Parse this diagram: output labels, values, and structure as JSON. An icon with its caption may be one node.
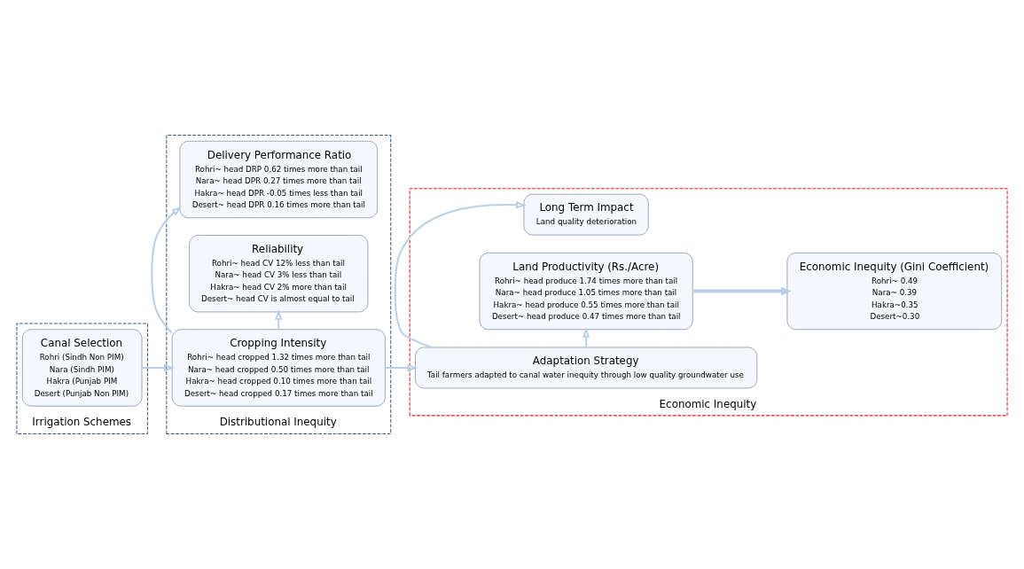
{
  "diagram": {
    "nodes": [
      {
        "text": [
          "Irrigation Schemes"
        ]
      },
      {
        "text": [
          "Canal Selection",
          "Rohri (Sindh Non PIM)",
          "Nara (Sindh PIM)",
          "Hakra (Punjab PIM",
          "Desert (Punjab Non PIM)"
        ],
        "in": 0
      },
      {
        "text": [
          "Distributional Inequity"
        ]
      },
      {
        "text": [
          "Delivery Performance Ratio",
          "Rohri~ head DRP 0.62 times more than tail",
          "Nara~ head DPR 0.27 times more than tail",
          "Hakra~ head DPR -0.05 times less than tail",
          "Desert~ head DPR 0.16 times more than tail"
        ],
        "in": 2
      },
      {
        "text": [
          "Cropping Intensity",
          "Rohri~ head cropped 1.32 times more than tail",
          "Nara~ head cropped 0.50 times more than tail",
          "Hakra~ head cropped 0.10 times more than tail",
          "Desert~ head cropped 0.17 times more than tail"
        ],
        "in": 2
      },
      {
        "text": [
          "Reliability",
          "Rohri~ head CV 12% less than tail",
          "Nara~ head CV 3% less than tail",
          "Hakra~ head CV 2% more than tail",
          "Desert~ head CV is almost equal to tail"
        ],
        "in": 2
      },
      {
        "text": [
          "Economic Inequity"
        ]
      },
      {
        "text": [
          "Long Term Impact",
          "Land quality deterioration"
        ],
        "in": 6
      },
      {
        "text": [
          "Adaptation Strategy",
          "Tail farmers adapted to canal water inequity through low quality groundwater use"
        ],
        "in": 6
      },
      {
        "text": [
          "Economic Inequity (Gini Coefficient)",
          "Rohri~ 0.49",
          "Nara~ 0.39",
          "Hakra~0.35",
          "Desert~0.30"
        ],
        "in": 6
      },
      {
        "text": [
          "Land Productivity (Rs./Acre)",
          "Rohri~ head produce 1.74 times more than tail",
          "Nara~ head produce 1.05 times more than tail",
          "Hakra~ head produce 0.55 times more than tail",
          "Desert~ head produce 0.47 times more than tail"
        ],
        "in": 6
      }
    ],
    "edges": [
      {
        "from": 1,
        "to": 4,
        "arrow": "to"
      },
      {
        "from": 4,
        "to": 3,
        "arrow": "to"
      },
      {
        "from": 4,
        "to": 5,
        "arrow": "to"
      },
      {
        "from": 4,
        "to": 8,
        "arrow": "to"
      },
      {
        "from": 8,
        "to": 7,
        "arrow": "to"
      },
      {
        "from": 8,
        "to": 10,
        "arrow": "to"
      },
      {
        "from": 10,
        "to": 9,
        "arrow": "to",
        "style": "thick"
      }
    ]
  }
}
